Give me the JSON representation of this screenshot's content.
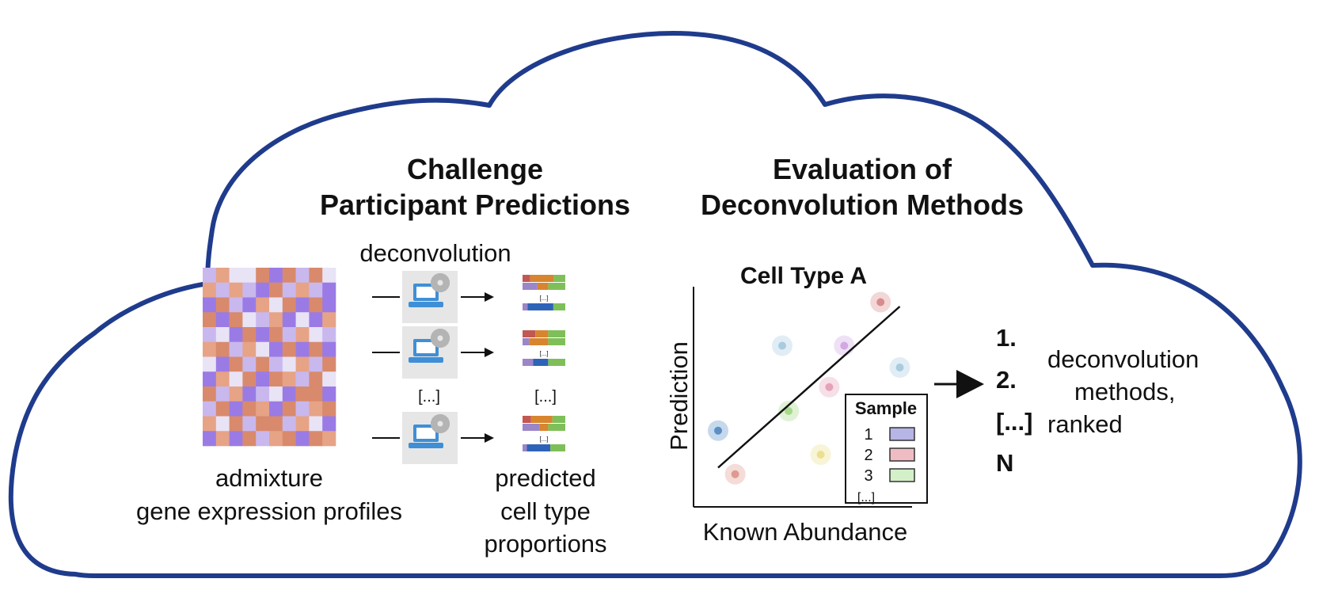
{
  "left_section": {
    "title_line1": "Challenge",
    "title_line2": "Participant Predictions",
    "process_label": "deconvolution",
    "ellipsis_laptops": "[...]",
    "ellipsis_outputs": "[...]",
    "output_mini_ellipsis": "[...]",
    "input_caption_line1": "admixture",
    "input_caption_line2": "gene expression profiles",
    "output_caption_line1": "predicted",
    "output_caption_line2": "cell type",
    "output_caption_line3": "proportions"
  },
  "right_section": {
    "title_line1": "Evaluation of",
    "title_line2": "Deconvolution Methods"
  },
  "heatmap": {
    "rows": 12,
    "cols": 10,
    "cell_values": [
      [
        2,
        4,
        1,
        1,
        5,
        3,
        5,
        2,
        5,
        1
      ],
      [
        4,
        2,
        4,
        2,
        3,
        5,
        2,
        4,
        2,
        3
      ],
      [
        3,
        5,
        2,
        3,
        4,
        1,
        5,
        3,
        5,
        3
      ],
      [
        5,
        3,
        5,
        1,
        2,
        4,
        3,
        1,
        3,
        4
      ],
      [
        2,
        1,
        3,
        5,
        3,
        5,
        2,
        4,
        1,
        2
      ],
      [
        4,
        5,
        2,
        4,
        1,
        3,
        5,
        3,
        5,
        3
      ],
      [
        1,
        3,
        5,
        2,
        5,
        2,
        1,
        4,
        2,
        5
      ],
      [
        3,
        4,
        1,
        5,
        3,
        5,
        4,
        2,
        5,
        1
      ],
      [
        5,
        2,
        4,
        3,
        2,
        1,
        3,
        5,
        5,
        3
      ],
      [
        2,
        5,
        3,
        5,
        4,
        3,
        5,
        2,
        4,
        5
      ],
      [
        4,
        1,
        5,
        2,
        5,
        5,
        2,
        4,
        1,
        3
      ],
      [
        3,
        4,
        3,
        5,
        2,
        4,
        5,
        3,
        5,
        4
      ]
    ],
    "palette": [
      "#e9e3f6",
      "#c9b8ee",
      "#9a7be6",
      "#e7a386",
      "#d98a6c"
    ]
  },
  "bar_palette": [
    "#c25852",
    "#d7852f",
    "#2e63b8",
    "#7fbf5a",
    "#9b86c8"
  ],
  "chart_data": {
    "type": "scatter",
    "title": "Cell Type A",
    "xlabel": "Known Abundance",
    "ylabel": "Prediction",
    "xlim": [
      0,
      10
    ],
    "ylim": [
      0,
      10
    ],
    "grid": false,
    "trend_line": {
      "x": [
        1,
        9.5
      ],
      "y": [
        1.8,
        9.2
      ]
    },
    "points": [
      {
        "x": 1.0,
        "y": 3.5,
        "sample": "1",
        "color": "#5b8fc7"
      },
      {
        "x": 1.8,
        "y": 1.5,
        "sample": "2",
        "color": "#df9a8f"
      },
      {
        "x": 4.0,
        "y": 7.4,
        "sample": "1",
        "color": "#a9cbe0"
      },
      {
        "x": 4.3,
        "y": 4.4,
        "sample": "3",
        "color": "#a7d98a"
      },
      {
        "x": 6.2,
        "y": 5.5,
        "sample": "2",
        "color": "#e6a2b8"
      },
      {
        "x": 6.9,
        "y": 7.4,
        "sample": "1",
        "color": "#d2a8e3"
      },
      {
        "x": 5.8,
        "y": 2.4,
        "sample": "3",
        "color": "#ebe08d"
      },
      {
        "x": 8.6,
        "y": 9.4,
        "sample": "2",
        "color": "#d98b8b"
      },
      {
        "x": 9.5,
        "y": 6.4,
        "sample": "1",
        "color": "#a9cbe0"
      }
    ],
    "legend": {
      "title": "Sample",
      "placement": "bottom-right",
      "entries": [
        {
          "label": "1",
          "color": "#b7b4e6"
        },
        {
          "label": "2",
          "color": "#f0bcc4"
        },
        {
          "label": "3",
          "color": "#d3f0c9"
        },
        {
          "label": "[...]",
          "color": ""
        }
      ]
    }
  },
  "ranking": {
    "items": [
      "1.",
      "2.",
      "[...]",
      "N"
    ],
    "label_line1": "deconvolution",
    "label_line2": "methods,",
    "label_line3": "ranked"
  },
  "colors": {
    "cloud_outline": "#1f3b8c",
    "laptop_blue": "#3f8fd6",
    "laptop_bg": "#e6e6e6",
    "gear": "#b4b4b4"
  }
}
